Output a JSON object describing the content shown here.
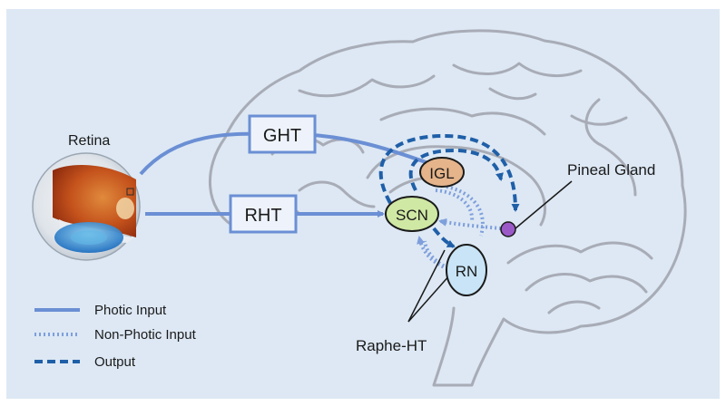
{
  "labels": {
    "retina": "Retina",
    "pineal": "Pineal Gland",
    "raphe": "Raphe-HT"
  },
  "boxes": {
    "ght": "GHT",
    "rht": "RHT"
  },
  "nuclei": {
    "igl": "IGL",
    "scn": "SCN",
    "rn": "RN"
  },
  "legend": {
    "photic": "Photic  Input",
    "non_photic": "Non-Photic Input",
    "output": "Output"
  },
  "colors": {
    "photic": "#6b8fd4",
    "non_photic": "#7f9fdc",
    "output": "#1f5fa8",
    "brain_outline": "#a8acb6",
    "igl_fill": "#e5b48a",
    "scn_fill": "#cfe8a4",
    "rn_fill": "#c8e4f6",
    "pineal_fill": "#9b59c8"
  }
}
